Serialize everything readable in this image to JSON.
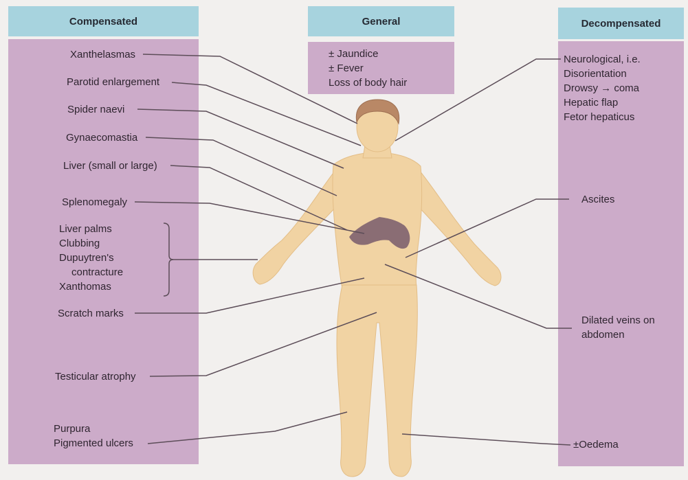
{
  "headers": {
    "compensated": "Compensated",
    "general": "General",
    "decompensated": "Decompensated"
  },
  "general": {
    "items": [
      "± Jaundice",
      "± Fever",
      "Loss of body hair"
    ]
  },
  "compensated": {
    "xanthelasmas": "Xanthelasmas",
    "parotid": "Parotid enlargement",
    "spider": "Spider naevi",
    "gynaeco": "Gynaecomastia",
    "liver": "Liver (small or large)",
    "spleno": "Splenomegaly",
    "hands": [
      "Liver palms",
      "Clubbing",
      "Dupuytren's",
      "contracture",
      "Xanthomas"
    ],
    "scratch": "Scratch marks",
    "testicular": "Testicular atrophy",
    "legs": [
      "Purpura",
      "Pigmented ulcers"
    ]
  },
  "decompensated": {
    "neuro": [
      "Neurological, i.e.",
      "Disorientation",
      "Drowsy → coma",
      "Hepatic flap",
      "Fetor hepaticus"
    ],
    "ascites": "Ascites",
    "veins": [
      "Dilated veins on",
      "abdomen"
    ],
    "oedema": "±Oedema"
  },
  "colors": {
    "header": "#a7d3de",
    "panel": "#ccabc9",
    "skin": "#f1d3a3",
    "hair": "#b98866",
    "liver": "#8a6d74",
    "background": "#f2f0ee"
  }
}
